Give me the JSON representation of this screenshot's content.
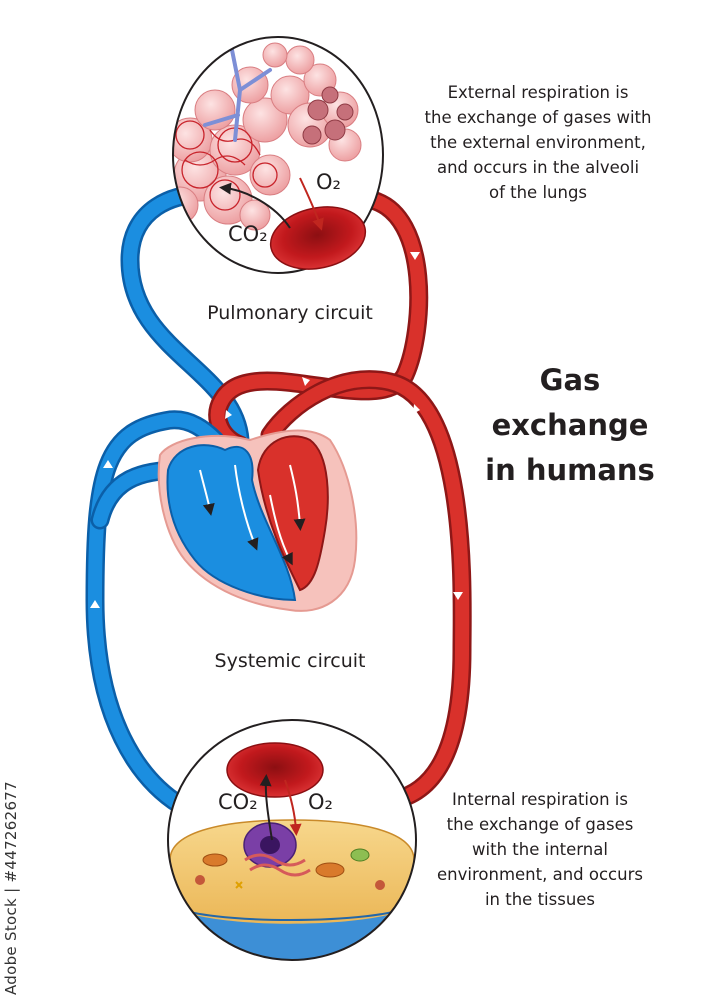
{
  "title": "Gas\nexchange\nin humans",
  "external_respiration": "External respiration is\nthe exchange of gases with\nthe external environment,\nand occurs in the alveoli\nof the lungs",
  "internal_respiration": "Internal respiration is\nthe exchange of gases\nwith the internal\nenvironment, and occurs\nin the tissues",
  "pulmonary_label": "Pulmonary circuit",
  "systemic_label": "Systemic circuit",
  "alveoli_labels": {
    "o2": "O₂",
    "co2": "CO₂"
  },
  "tissue_labels": {
    "co2": "CO₂",
    "o2": "O₂"
  },
  "stock_id": "Adobe Stock | #447262677",
  "colors": {
    "deoxygenated_blood": "#1b8ee0",
    "oxygenated_blood": "#d9312b",
    "vessel_outline": "#a01b1b",
    "heart_tissue": "#f6c2bc",
    "alveoli": "#f4b3b3",
    "cell_cytoplasm": "#f2c56b",
    "text": "#231f20"
  }
}
